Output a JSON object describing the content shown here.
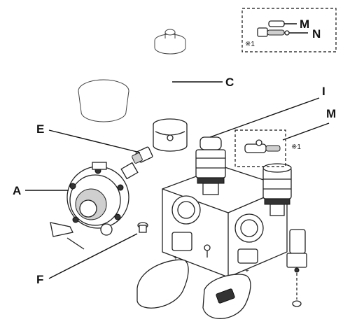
{
  "callouts": {
    "A": "A",
    "C": "C",
    "E": "E",
    "F": "F",
    "I": "I",
    "M": "M",
    "N": "N"
  },
  "inset": {
    "label_m": "M",
    "label_n": "N",
    "footnote": "※1"
  },
  "mainnote": "※1"
}
